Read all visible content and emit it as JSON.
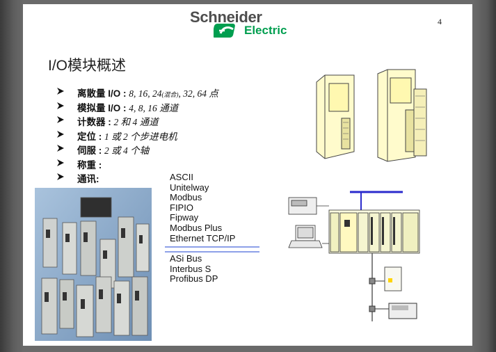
{
  "header": {
    "brand_top": "Schneider",
    "brand_bottom": "Electric",
    "page_number": "4"
  },
  "title": "I/O模块概述",
  "bullets": [
    {
      "label": "离散量 I/O :",
      "value": "8, 16, 24",
      "small": "(混合)",
      "value2": ", 32, 64 点"
    },
    {
      "label": "模拟量 I/O :",
      "value": "4, 8, 16 通道"
    },
    {
      "label": "计数器 :",
      "value": "2 和 4 通道"
    },
    {
      "label": "定位 :",
      "value": "1 或 2 个步进电机"
    },
    {
      "label": "伺服 :",
      "value": "2 或 4 个轴"
    },
    {
      "label": "称重 :",
      "value": ""
    },
    {
      "label": "通讯:",
      "value": ""
    }
  ],
  "networks": [
    "ASCII",
    "Unitelway",
    "Modbus",
    "FIPIO",
    "Fipway",
    "Modbus Plus",
    "Ethernet TCP/IP"
  ],
  "field_buses": [
    "ASi Bus",
    "Interbus S",
    "Profibus  DP"
  ],
  "icons": {
    "logo": "schneider-logo",
    "bullet": "arrowhead-bullet",
    "modules": "io-module-illustration",
    "drives": "servo-drive-photo",
    "network": "plc-network-diagram"
  },
  "colors": {
    "brand_green": "#009e4f",
    "bus_line": "#2b2bcc",
    "separator": "#8da0e8"
  }
}
